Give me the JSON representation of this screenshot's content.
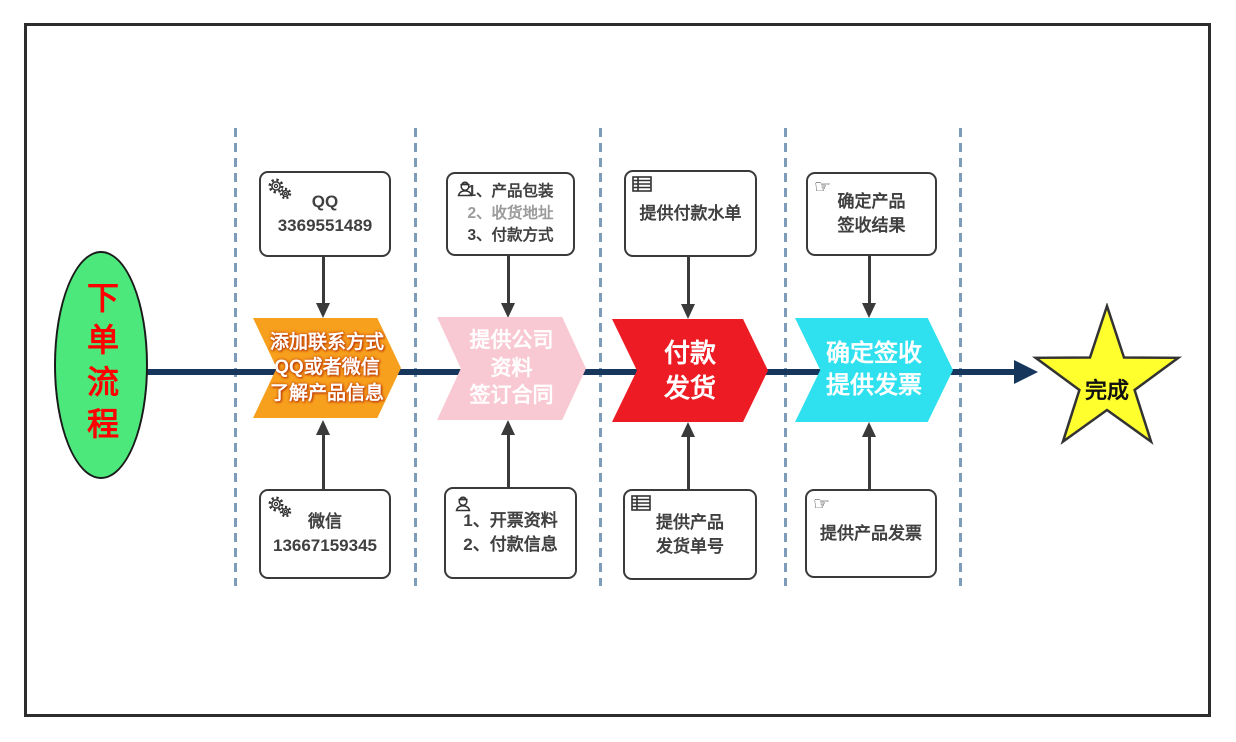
{
  "colors": {
    "main_line": "#16365c",
    "dashed_line": "#7d9cba",
    "box_border": "#3a3a3a",
    "box_text": "#404040",
    "connector": "#3a3a3a",
    "muted_text": "#9b9b9b",
    "frame_border": "#2d2d2d",
    "star_stroke": "#333333"
  },
  "start_ellipse": {
    "label": "下单流程",
    "fill": "#4ce87c",
    "text_color": "#ff0000"
  },
  "end_star": {
    "label": "完成",
    "fill": "#ffff2e"
  },
  "icons": {
    "column_icons": [
      "gears-icon",
      "engineer-icon",
      "table-icon",
      "pointing-hand-icon"
    ],
    "hand_glyph": "☞"
  },
  "columns": [
    {
      "icon": "gears-icon",
      "top_box": {
        "lines": [
          "QQ",
          "3369551489"
        ]
      },
      "chevron": {
        "color": "#f7a01e",
        "label_lines": [
          "添加联系方式",
          "QQ或者微信",
          "了解产品信息"
        ]
      },
      "bottom_box": {
        "lines": [
          "微信",
          "13667159345"
        ]
      }
    },
    {
      "icon": "engineer-icon",
      "top_box": {
        "lines": [
          "1、产品包装",
          "2、收货地址",
          "3、付款方式"
        ]
      },
      "chevron": {
        "color": "#f9c9d3",
        "label_lines": [
          "提供公司",
          "资料",
          "签订合同"
        ]
      },
      "bottom_box": {
        "lines": [
          "1、开票资料",
          "2、付款信息"
        ]
      }
    },
    {
      "icon": "table-icon",
      "top_box": {
        "lines": [
          "提供付款水单"
        ]
      },
      "chevron": {
        "color": "#ed1c24",
        "label_lines": [
          "付款",
          "发货"
        ]
      },
      "bottom_box": {
        "lines": [
          "提供产品",
          "发货单号"
        ]
      }
    },
    {
      "icon": "pointing-hand-icon",
      "top_box": {
        "lines": [
          "确定产品",
          "签收结果"
        ]
      },
      "chevron": {
        "color": "#2fe0ee",
        "label_lines": [
          "确定签收",
          "提供发票"
        ]
      },
      "bottom_box": {
        "lines": [
          "提供产品发票"
        ]
      }
    }
  ]
}
